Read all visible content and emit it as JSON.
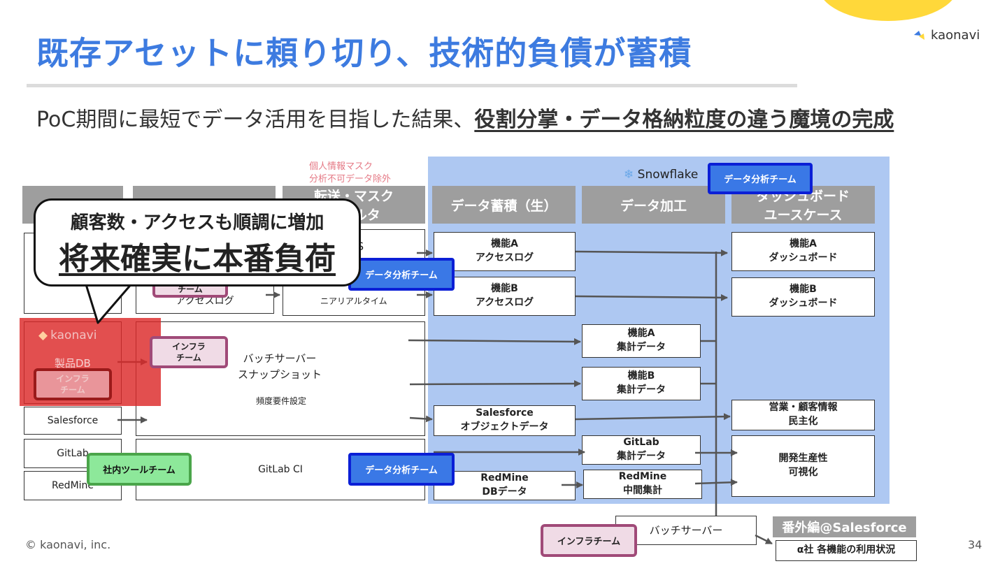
{
  "slide": {
    "title": "既存アセットに頼り切り、技術的負債が蓄積",
    "subtitle_plain": "PoC期間に最短でデータ活用を目指した結果、",
    "subtitle_strong": "役割分掌・データ格納粒度の違う魔境の完成",
    "logo_text": "kaonavi",
    "footer": "© kaonavi, inc.",
    "page_number": "34"
  },
  "diagram": {
    "mask_note": "個人情報マスク\n分析不可データ除外",
    "snowflake_label": "Snowflake",
    "headers": {
      "transfer": "転送・マスク\nフィルタ",
      "raw": "データ蓄積（生）",
      "processing": "データ加工",
      "dashboard": "ダッシュボード\nユースケース"
    },
    "sources": {
      "product_db": "製品DB",
      "salesforce": "Salesforce",
      "gitlab": "GitLab",
      "redmine": "RedMine"
    },
    "left_box_access_log": "アクセスログ",
    "transfer_partial": "S",
    "near_realtime": "ニアリアルタイム",
    "batch_server_snapshot": "バッチサーバー\nスナップショット",
    "frequency_setting": "頻度要件設定",
    "gitlab_ci": "GitLab CI",
    "raw": {
      "feature_a_log": "機能A\nアクセスログ",
      "feature_b_log": "機能B\nアクセスログ",
      "sf_object": "Salesforce\nオブジェクトデータ",
      "redmine_db": "RedMine\nDBデータ"
    },
    "processed": {
      "feature_a_agg": "機能A\n集計データ",
      "feature_b_agg": "機能B\n集計データ",
      "gitlab_agg": "GitLab\n集計データ",
      "redmine_mid": "RedMine\n中間集計"
    },
    "dashboards": {
      "feature_a_dash": "機能A\nダッシュボード",
      "feature_b_dash": "機能B\nダッシュボード",
      "sales_info": "営業・顧客情報\n民主化",
      "dev_productivity": "開発生産性\n可視化"
    },
    "teams": {
      "data_analysis": "データ分析チーム",
      "infra": "インフラ\nチーム",
      "infra_single": "インフラチーム",
      "internal_tools": "社内ツールチーム",
      "partial_team": "チーム"
    },
    "batch_server_bottom": "バッチサーバー",
    "bangai": "番外編@Salesforce",
    "alpha": "α社 各機能の利用状況",
    "callout_line1": "顧客数・アクセスも順調に増加",
    "callout_line2": "将来確実に本番負荷"
  },
  "colors": {
    "title_blue": "#3d7be0",
    "snowflake_area": "#aec8f2",
    "header_gray": "#9e9e9e",
    "team_blue": "#3a78e6",
    "team_pink": "#f0dbe6",
    "team_green": "#8de89a",
    "overlay_red": "#dc2828",
    "logo_yellow": "#ffd83a"
  }
}
